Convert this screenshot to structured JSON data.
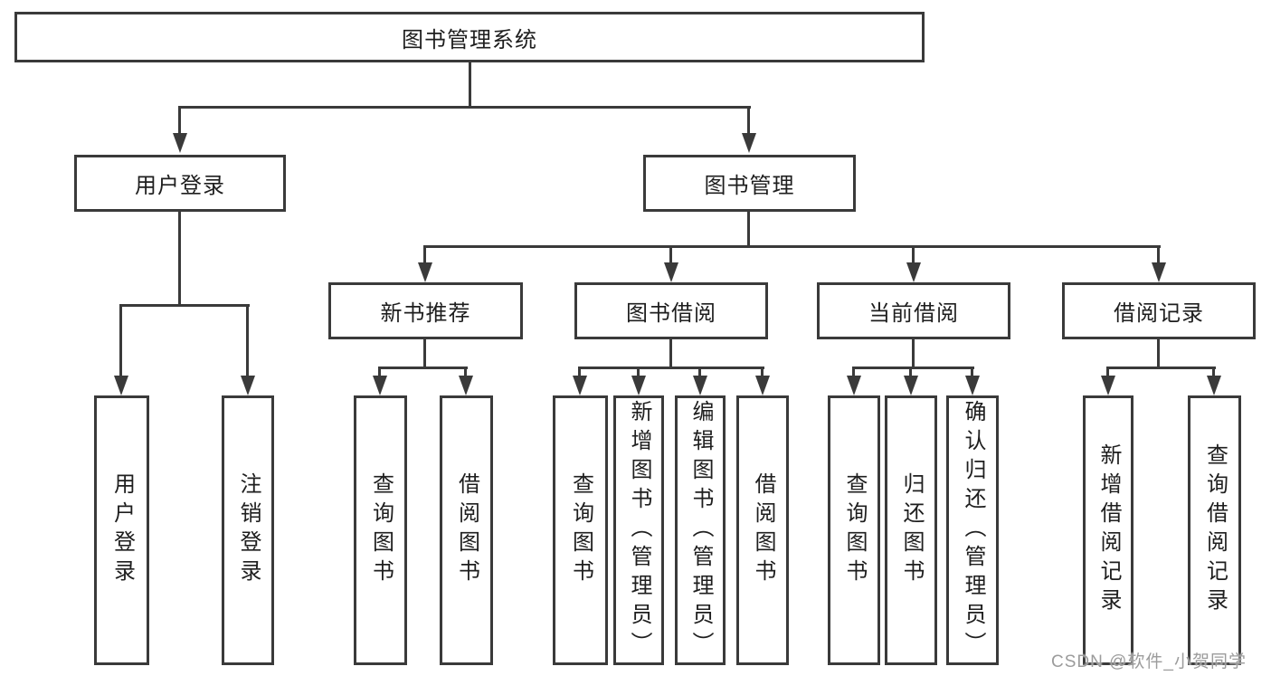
{
  "diagram": {
    "root": "图书管理系统",
    "branches": [
      {
        "label": "用户登录",
        "children": [
          "用户登录",
          "注销登录"
        ]
      },
      {
        "label": "图书管理",
        "groups": [
          {
            "label": "新书推荐",
            "children": [
              "查询图书",
              "借阅图书"
            ]
          },
          {
            "label": "图书借阅",
            "children": [
              "查询图书",
              "新增图书（管理员）",
              "编辑图书（管理员）",
              "借阅图书"
            ]
          },
          {
            "label": "当前借阅",
            "children": [
              "查询图书",
              "归还图书",
              "确认归还（管理员）"
            ]
          },
          {
            "label": "借阅记录",
            "children": [
              "新增借阅记录",
              "查询借阅记录"
            ]
          }
        ]
      }
    ]
  },
  "watermark": {
    "text": "CSDN @软件_小贺同学"
  },
  "colors": {
    "line": "#3a3a3a",
    "text": "#1e1e1e",
    "watermark": "#9c9c9c",
    "background": "#ffffff"
  }
}
